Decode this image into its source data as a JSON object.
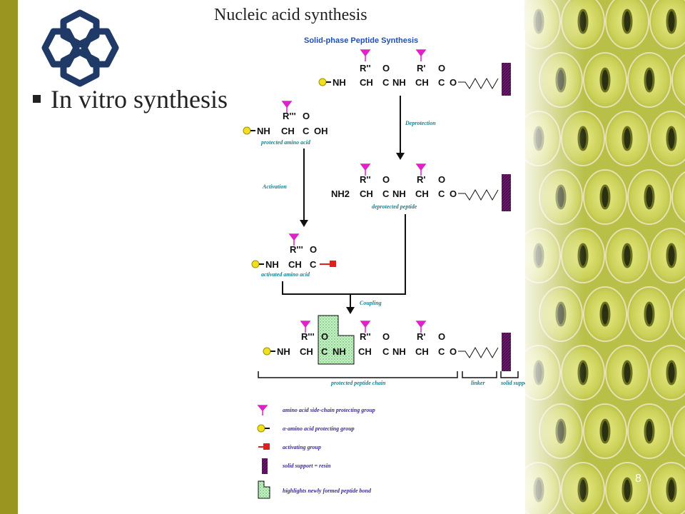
{
  "slide": {
    "title": "Nucleic acid synthesis",
    "bullet": "In vitro synthesis",
    "page_number": "8"
  },
  "colors": {
    "accent_bar": "#9a9420",
    "logo": "#1f3a66",
    "protecting_group": "#e020c8",
    "alpha_protect": "#f0e020",
    "activating": "#e02020",
    "resin": "#6a1a6a",
    "highlight": "#b8e8b8"
  },
  "diagram": {
    "header": "Solid-phase Peptide Synthesis",
    "steps": {
      "deprotection": "Deprotection",
      "activation": "Activation",
      "coupling": "Coupling"
    },
    "captions": {
      "protected_amino_acid": "protected amino acid",
      "deprotected_peptide": "deprotected peptide",
      "activated_amino_acid": "activated amino acid",
      "protected_peptide_chain": "protected peptide chain",
      "linker": "linker",
      "solid_support": "solid support"
    },
    "chem": {
      "R1": "R'",
      "R2": "R''",
      "R3": "R'''",
      "O": "O",
      "NH": "NH",
      "CH": "CH",
      "C": "C",
      "OH": "OH",
      "NH2": "NH2"
    },
    "legend": [
      {
        "icon": "triangle-pin-icon",
        "label": "amino acid side-chain protecting group"
      },
      {
        "icon": "yellow-pin-icon",
        "label": "α-amino acid protecting group"
      },
      {
        "icon": "red-square-icon",
        "label": "activating group"
      },
      {
        "icon": "resin-bar-icon",
        "label": "solid support = resin"
      },
      {
        "icon": "green-block-icon",
        "label": "highlights newly formed peptide bond"
      }
    ]
  }
}
